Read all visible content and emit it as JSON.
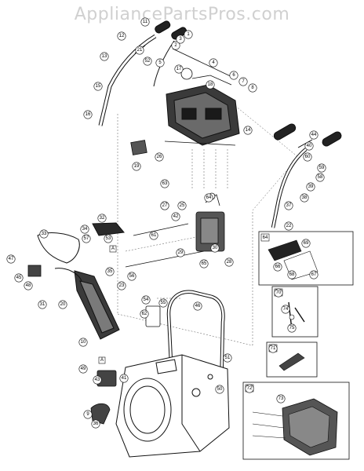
{
  "watermark": "AppliancePartsPros.com",
  "callouts": [
    "1",
    "2",
    "3",
    "4",
    "5",
    "6",
    "7",
    "8",
    "9",
    "10",
    "11",
    "12",
    "13",
    "14",
    "15",
    "16",
    "17",
    "18",
    "19",
    "20",
    "21",
    "22",
    "23",
    "24",
    "25",
    "26",
    "27",
    "28",
    "29",
    "30",
    "31",
    "32",
    "33",
    "34",
    "35",
    "36",
    "37",
    "38",
    "39",
    "40",
    "41",
    "42",
    "43",
    "44",
    "45",
    "46",
    "47",
    "48",
    "49",
    "50",
    "51",
    "52",
    "53",
    "54",
    "55",
    "56",
    "57",
    "58",
    "59",
    "60",
    "61",
    "62",
    "63",
    "64",
    "65",
    "66",
    "67",
    "68",
    "69",
    "70",
    "71",
    "72",
    "73",
    "74",
    "75"
  ],
  "inset_labels": [
    "64",
    "70",
    "71",
    "72"
  ],
  "callout_letter": "A"
}
